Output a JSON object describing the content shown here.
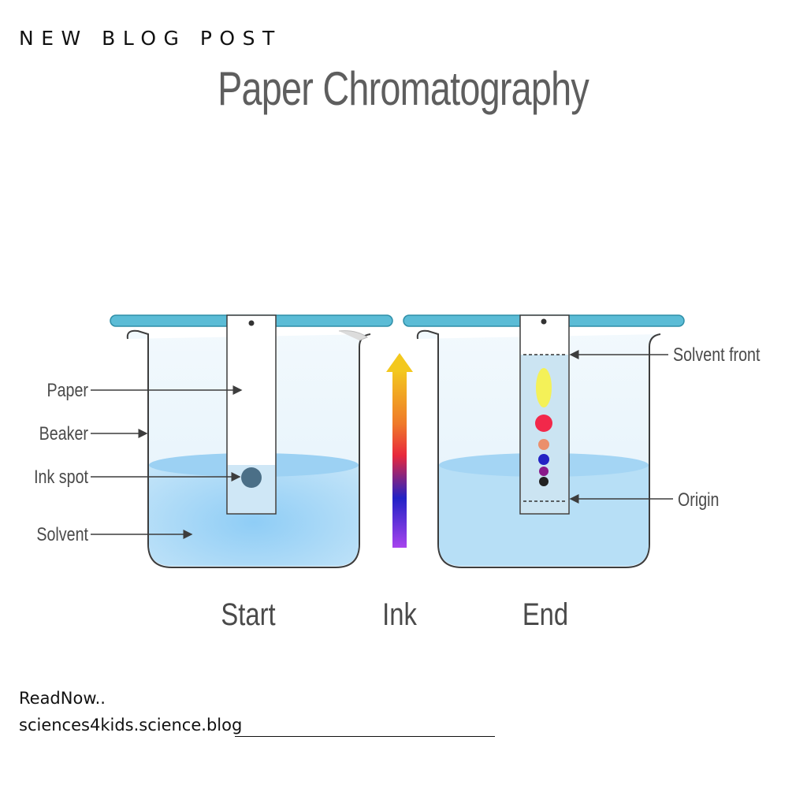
{
  "kicker": "NEW BLOG POST",
  "title": "Paper Chromatography",
  "labels": {
    "paper": "Paper",
    "beaker": "Beaker",
    "ink_spot": "Ink spot",
    "solvent": "Solvent",
    "solvent_front": "Solvent front",
    "origin": "Origin"
  },
  "captions": {
    "start": "Start",
    "ink": "Ink",
    "end": "End"
  },
  "footer": {
    "line1": "ReadNow..",
    "line2": "sciences4kids.science.blog"
  },
  "colors": {
    "lid": "#5bbcd6",
    "solvent": "#9fd4f5",
    "beaker_outline": "#3d3d3d",
    "ink_spot": "#4b6f87",
    "separated_dots": [
      "#f4f158",
      "#f2284a",
      "#eb8f6c",
      "#2323c4",
      "#8a1a8a",
      "#222222"
    ],
    "ink_gradient": [
      "#f0c020",
      "#e83a3a",
      "#2a2ac8",
      "#a040e8"
    ]
  }
}
